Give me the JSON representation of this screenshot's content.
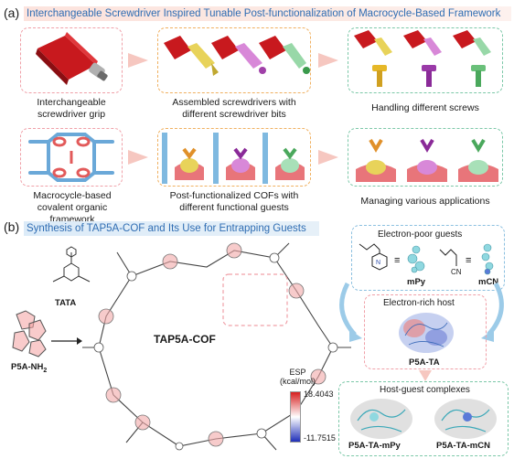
{
  "panel_a": {
    "label": "(a)",
    "title": "Interchangeable Screwdriver Inspired Tunable Post-functionalization of Macrocycle-Based Framework",
    "captions": {
      "grip": "Interchangeable\nscrewdriver grip",
      "assembled": "Assembled screwdrivers with\ndifferent screwdriver bits",
      "handling": "Handling different screws",
      "macrocycle": "Macrocycle-based\ncovalent organic framework",
      "postfunc": "Post-functionalized COFs with\ndifferent functional guests",
      "managing": "Managing various applications"
    }
  },
  "panel_b": {
    "label": "(b)",
    "title": "Synthesis of TAP5A-COF and Its Use for Entrapping Guests",
    "labels": {
      "tata": "TATA",
      "p5a": "P5A-NH",
      "p5a_sub": "2",
      "cof": "TAP5A-COF",
      "electron_poor": "Electron-poor guests",
      "mpy": "mPy",
      "mcn": "mCN",
      "electron_rich": "Electron-rich host",
      "p5a_ta": "P5A-TA",
      "host_guest": "Host-guest complexes",
      "complex_mpy": "P5A-TA-mPy",
      "complex_mcn": "P5A-TA-mCN",
      "esp_title": "ESP\n(kcal/mol)",
      "esp_max": "18.4043",
      "esp_min": "-11.7515",
      "eq1": "≡",
      "eq2": "≡",
      "cn": "CN",
      "nplus": "N"
    }
  },
  "colors": {
    "title_blue": "#2f6db3",
    "pink_dash": "#f0a0a8",
    "orange_dash": "#f0b060",
    "green_dash": "#7cc8a8",
    "blue_dash": "#8cc0e0",
    "arrow_pink": "#f6c7c0",
    "arrow_blue": "#9ccbe8"
  }
}
